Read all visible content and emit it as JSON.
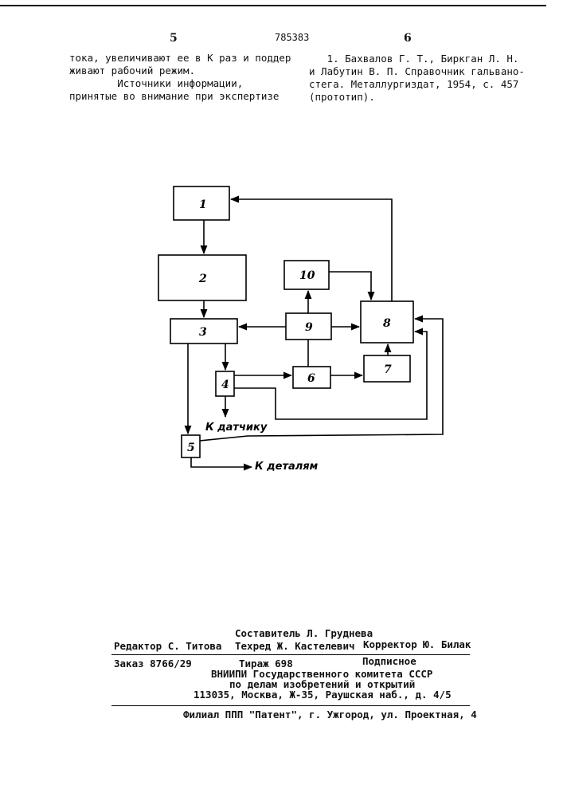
{
  "header": {
    "page_left": "5",
    "patent_number": "785383",
    "page_right": "6"
  },
  "left_column": [
    "тока, увеличивают ее в К раз и поддер",
    "живают рабочий режим.",
    "        Источники информации,",
    "принятые во внимание при экспертизе"
  ],
  "right_column": [
    "   1. Бахвалов Г. Т., Биркган Л. Н.",
    "и Лабутин В. П. Справочник гальвано-",
    "стега. Металлургиздат, 1954, с. 457",
    "(прототип)."
  ],
  "diagram": {
    "blocks": [
      "1",
      "2",
      "3",
      "4",
      "5",
      "6",
      "7",
      "8",
      "9",
      "10"
    ],
    "outputs": {
      "sensor": "К датчику",
      "parts": "К деталям"
    }
  },
  "footer": {
    "compiler": "Составитель Л. Груднева",
    "editor": "Редактор С. Титова",
    "techred": "Техред Ж. Кастелевич",
    "corrector": "Корректор Ю. Билак",
    "order": "Заказ 8766/29",
    "circulation": "Тираж 698",
    "subscription": "Подписное",
    "org1": "ВНИИПИ Государственного комитета СССР",
    "org2": "по делам изобретений и открытий",
    "address": "113035, Москва, Ж-35, Раушская наб., д. 4/5",
    "branch": "Филиал ППП \"Патент\", г. Ужгород, ул. Проектная, 4"
  }
}
